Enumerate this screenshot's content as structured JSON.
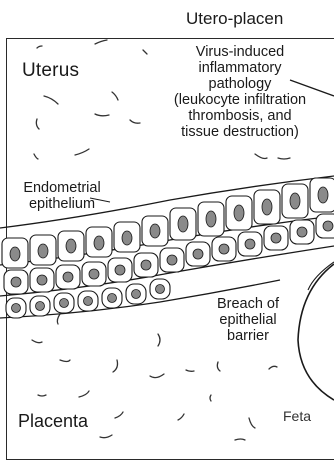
{
  "header": {
    "title": "Utero-placen"
  },
  "labels": {
    "uterus": "Uterus",
    "placenta": "Placenta",
    "fetal": "Feta",
    "virus_pathology": [
      "Virus-induced",
      "inflammatory",
      "pathology",
      "(leukocyte infiltration",
      "thrombosis, and",
      "tissue destruction)"
    ],
    "endometrial_epithelium": [
      "Endometrial",
      "epithelium"
    ],
    "breach": [
      "Breach of",
      "epithelial",
      "barrier"
    ]
  },
  "colors": {
    "ink": "#1a1a1a",
    "nucleus": "#8a8a8a",
    "background": "#ffffff"
  }
}
